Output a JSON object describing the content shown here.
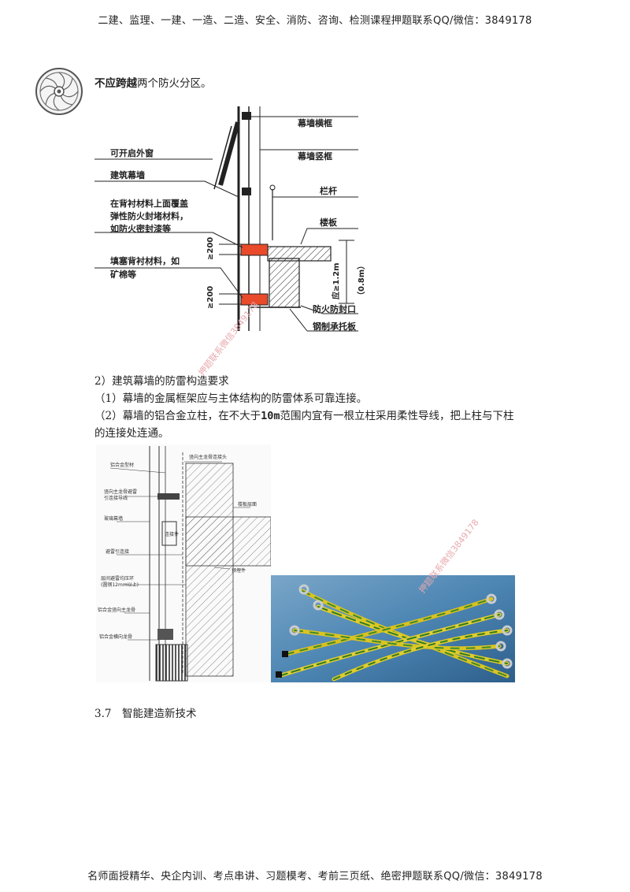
{
  "header": {
    "text": "二建、监理、一建、一造、二造、安全、消防、咨询、检测课程押题联系QQ/微信：3849178"
  },
  "footer": {
    "text": "名师面授精华、央企内训、考点串讲、习题模考、考前三页纸、绝密押题联系QQ/微信：3849178"
  },
  "intro": {
    "bold": "不应跨越",
    "rest": "两个防火分区。"
  },
  "figure1": {
    "labels": {
      "mullion_h": "幕墙横框",
      "mullion_v": "幕墙竖框",
      "window": "可开启外窗",
      "curtain": "建筑幕墙",
      "railing": "栏杆",
      "cover1": "在背衬材料上面覆盖",
      "cover2": "弹性防火封堵材料，",
      "cover3": "如防火密封漆等",
      "floor": "楼板",
      "fill1": "填塞背衬材料，如",
      "fill2": "矿棉等",
      "dim_top": "≥200",
      "dim_bot": "≥200",
      "dim_right1": "应≥1.2m",
      "dim_right2": "（0.8m）",
      "seal": "防火防封口",
      "tray": "钢制承托板"
    }
  },
  "section2": {
    "title": "2）建筑幕墙的防雷构造要求",
    "item1": "（1）幕墙的金属框架应与主体结构的防雷体系可靠连接。",
    "item2_a": "（2）幕墙的铝合金立柱，在不大于",
    "item2_b": "10m",
    "item2_c": "范围内宜有一根立柱采用柔性导线，把上柱与下柱",
    "item2_d": "的连接处连通。"
  },
  "figure2": {
    "labels": {
      "l1": "铝合金型材",
      "l2": "竖向主龙骨避雷",
      "l3": "引连接导线",
      "l4": "玻璃幕墙",
      "l5": "避雷引连接",
      "l6": "层间避雷均压环",
      "l7": "(圆钢12mm以上)",
      "l8": "铝合金竖向主龙骨",
      "l9": "铝合金横向龙骨",
      "t1": "竖向主龙骨连接头",
      "t2": "楼板层面",
      "t3": "预埋件",
      "box": "连接件"
    }
  },
  "section37": {
    "title": "3.7　智能建造新技术"
  },
  "watermarks": {
    "w1": "押题联系微信3849178",
    "w2": "押题联系微信3849178"
  }
}
